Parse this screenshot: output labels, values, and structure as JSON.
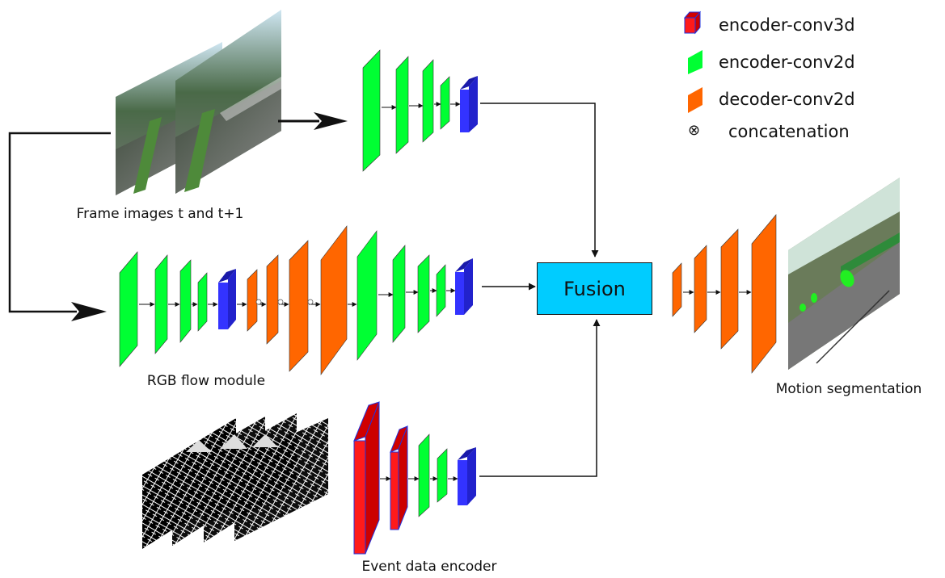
{
  "labels": {
    "frame_images": "Frame images t and t+1",
    "rgb_flow": "RGB flow module",
    "event_encoder": "Event data encoder",
    "motion_seg": "Motion segmentation",
    "fusion": "Fusion"
  },
  "legend": {
    "conv3d": "encoder-conv3d",
    "enc2d": "encoder-conv2d",
    "dec2d": "decoder-conv2d",
    "concat_symbol": "⊗",
    "concat": "concatenation"
  },
  "colors": {
    "encoder_conv2d": "#00ff33",
    "encoder_conv3d": "#ff1a1a",
    "conv3d_edge": "#2233dd",
    "decoder_conv2d": "#ff6600",
    "bottleneck": "#3333ff",
    "fusion": "#00ccff",
    "segmentation_mask": "#22ee22"
  }
}
